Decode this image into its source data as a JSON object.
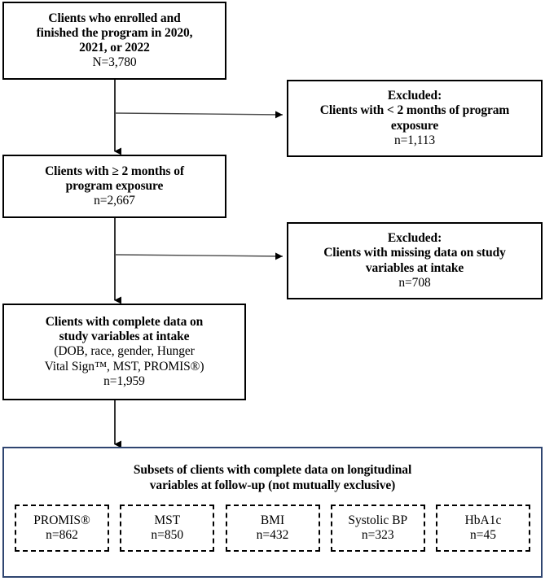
{
  "diagram": {
    "type": "participant-flow-chart",
    "colors": {
      "box_border": "#000000",
      "container_border": "#2f4570",
      "connector": "#000000",
      "background": "#ffffff",
      "text": "#000000"
    }
  },
  "nodes": {
    "enrolled": {
      "lines": [
        "Clients who enrolled and",
        "finished the program in 2020,",
        "2021, or 2022"
      ],
      "count": "N=3,780"
    },
    "exposure": {
      "lines": [
        "Clients with ≥ 2 months of",
        "program exposure"
      ],
      "count": "n=2,667"
    },
    "complete": {
      "lines": [
        "Clients with complete data on",
        "study variables at intake"
      ],
      "detail_lines": [
        "(DOB, race, gender, Hunger",
        "Vital Sign™, MST, PROMIS®)"
      ],
      "count": "n=1,959"
    },
    "excluded_1": {
      "lines": [
        "Excluded:",
        "Clients with < 2 months of program",
        "exposure"
      ],
      "count": "n=1,113"
    },
    "excluded_2": {
      "lines": [
        "Excluded:",
        "Clients with missing data on study",
        "variables at intake"
      ],
      "count": "n=708"
    }
  },
  "subsets": {
    "title_lines": [
      "Subsets of clients with complete data on longitudinal",
      "variables at follow-up (not mutually exclusive)"
    ],
    "items": [
      {
        "label": "PROMIS®",
        "count": "n=862"
      },
      {
        "label": "MST",
        "count": "n=850"
      },
      {
        "label": "BMI",
        "count": "n=432"
      },
      {
        "label": "Systolic BP",
        "count": "n=323"
      },
      {
        "label": "HbA1c",
        "count": "n=45"
      }
    ]
  },
  "chart_data": {
    "type": "flow",
    "title": "Participant flow diagram",
    "stages": [
      {
        "id": "enrolled",
        "label": "Clients who enrolled and finished the program in 2020, 2021, or 2022",
        "n": 3780,
        "prefix": "N"
      },
      {
        "id": "excluded_1",
        "label": "Excluded: Clients with < 2 months of program exposure",
        "n": 1113,
        "prefix": "n",
        "kind": "excluded"
      },
      {
        "id": "exposure",
        "label": "Clients with ≥ 2 months of program exposure",
        "n": 2667,
        "prefix": "n"
      },
      {
        "id": "excluded_2",
        "label": "Excluded: Clients with missing data on study variables at intake",
        "n": 708,
        "prefix": "n",
        "kind": "excluded"
      },
      {
        "id": "complete",
        "label": "Clients with complete data on study variables at intake (DOB, race, gender, Hunger Vital Sign™, MST, PROMIS®)",
        "n": 1959,
        "prefix": "n"
      }
    ],
    "subsets": [
      {
        "label": "PROMIS®",
        "n": 862
      },
      {
        "label": "MST",
        "n": 850
      },
      {
        "label": "BMI",
        "n": 432
      },
      {
        "label": "Systolic BP",
        "n": 323
      },
      {
        "label": "HbA1c",
        "n": 45
      }
    ]
  }
}
